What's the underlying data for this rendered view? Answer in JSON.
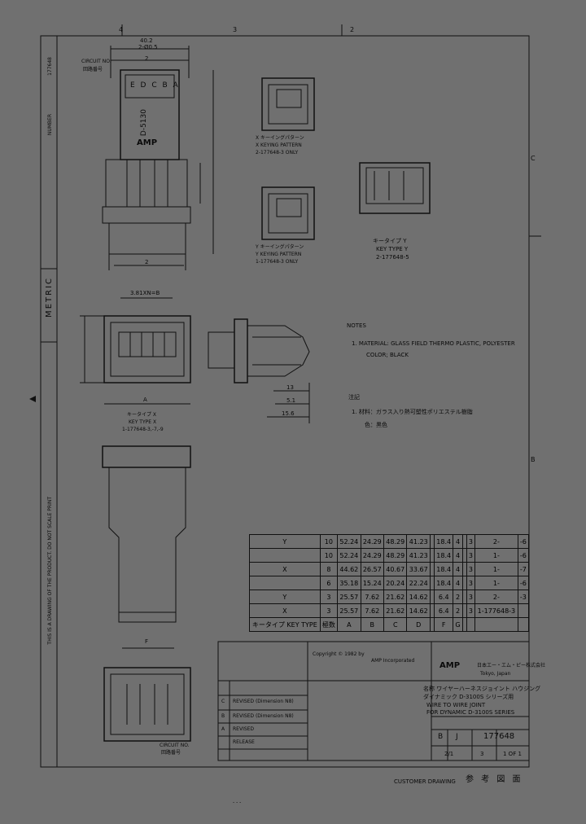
{
  "frame": {
    "top_zones": [
      "4",
      "3",
      "2"
    ],
    "right_zones": [
      "C",
      "B"
    ],
    "left_column_text": "THIS IS A DRAWING OF THE PRODUCT. DO NOT SCALE PRINT",
    "metric": "METRIC",
    "drawing_number_side": "177648",
    "side_label": "NUMBER"
  },
  "top_view": {
    "dims": [
      "40.2",
      "2-Ø0.5",
      "2"
    ],
    "circuit_label": "CIRCUIT NO.",
    "circuit_label_jp": "回路番号",
    "pin_digits": "E D C B A",
    "mark_text": "D-5130",
    "logo": "AMP",
    "bottom_dim": "2"
  },
  "keying_x": {
    "jp": "X キーイングパターン",
    "en": "X KEYING PATTERN",
    "only": "2-177648-3 ONLY"
  },
  "keying_y": {
    "jp": "Y キーイングパターン",
    "en": "Y KEYING PATTERN",
    "only": "1-177648-3 ONLY"
  },
  "key_type_y": {
    "jp": "キータイプ Y",
    "en": "KEY TYPE Y",
    "pn": "2-177648-5"
  },
  "front_view": {
    "dim_top": "3.81XN=B",
    "label_jp": "キータイプ X",
    "label_en": "KEY TYPE X",
    "pn": "1-177648-3,-7,-9",
    "dim_a": "A"
  },
  "side_view": {
    "dims": [
      "13",
      "5.1",
      "15.6"
    ]
  },
  "notes": {
    "heading": "NOTES",
    "line1": "1. MATERIAL: GLASS FIELD THERMO PLASTIC, POLYESTER",
    "line2": "COLOR; BLACK",
    "heading_jp": "注記",
    "line1_jp": "1. 材料：ガラス入り熱可塑性ポリエステル樹脂",
    "line2_jp": "色：黒色"
  },
  "bottom_view": {
    "dim": "F",
    "circuit_label": "CIRCUIT NO.",
    "circuit_label_jp": "回路番号"
  },
  "bom": {
    "rows": [
      [
        "Y",
        "10",
        "52.24",
        "24.29",
        "48.29",
        "41.23",
        "",
        "18.4",
        "4",
        "",
        "3",
        "2-",
        "-6"
      ],
      [
        "",
        "10",
        "52.24",
        "24.29",
        "48.29",
        "41.23",
        "",
        "18.4",
        "4",
        "",
        "3",
        "1-",
        "-6"
      ],
      [
        "X",
        "8",
        "44.62",
        "26.57",
        "40.67",
        "33.67",
        "",
        "18.4",
        "4",
        "",
        "3",
        "1-",
        "-7"
      ],
      [
        "",
        "6",
        "35.18",
        "15.24",
        "20.24",
        "22.24",
        "",
        "18.4",
        "4",
        "",
        "3",
        "1-",
        "-6"
      ],
      [
        "Y",
        "3",
        "25.57",
        "7.62",
        "21.62",
        "14.62",
        "",
        "6.4",
        "2",
        "",
        "3",
        "2-",
        "-3"
      ],
      [
        "X",
        "3",
        "25.57",
        "7.62",
        "21.62",
        "14.62",
        "",
        "6.4",
        "2",
        "",
        "3",
        "1-177648-3",
        ""
      ]
    ],
    "header": [
      "キータイプ KEY TYPE",
      "極数",
      "A",
      "B",
      "C",
      "D",
      "",
      "F",
      "G",
      "",
      "",
      "",
      ""
    ]
  },
  "title_block": {
    "copyright": "Copyright © 1982 by",
    "company": "AMP Incorporated",
    "company_jp": "日本エー・エム・ピー株式会社",
    "location": "Tokyo, Japan",
    "logo": "AMP",
    "title_jp1": "名称 ワイヤーハーネスジョイント ハウジング",
    "title_jp2": "ダイナミック D-3100S シリーズ用",
    "title_en1": "WIRE TO WIRE JOINT",
    "title_en2": "FOR DYNAMIC D-3100S SERIES",
    "size": "B",
    "code": "J",
    "drawing_no": "177648",
    "scale": "2/1",
    "sheet": "1 OF 1",
    "rev": "3",
    "revisions": [
      "REVISED (Dimension N8)",
      "REVISED (Dimension N8)",
      "REVISED",
      "RELEASE"
    ],
    "rev_letters": [
      "C",
      "B",
      "A",
      ""
    ]
  },
  "footer": {
    "customer": "CUSTOMER DRAWING",
    "reference_jp": "参 考 図 面",
    "bottom": "- - -"
  }
}
